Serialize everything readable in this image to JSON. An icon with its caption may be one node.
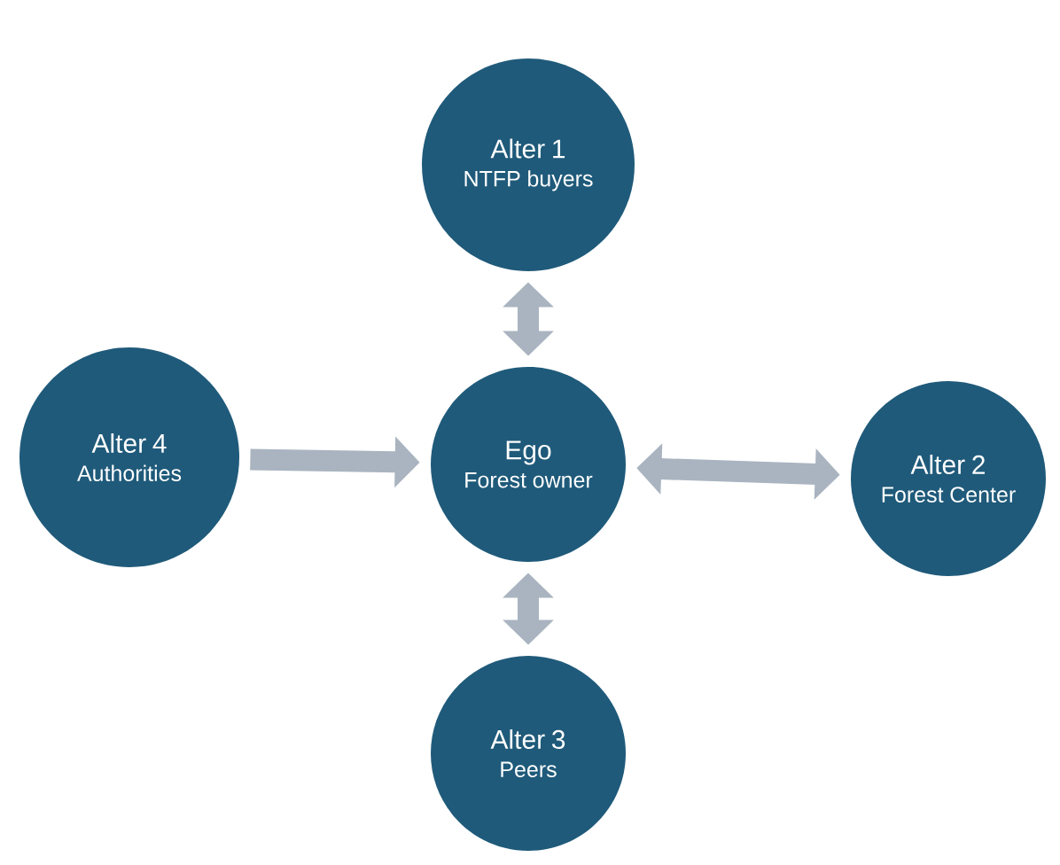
{
  "diagram": {
    "nodes": [
      {
        "text": [
          "Alter 1",
          "NTFP buyers"
        ]
      },
      {
        "text": [
          "Alter 4",
          "Authorities"
        ]
      },
      {
        "text": [
          "Ego",
          "Forest owner"
        ]
      },
      {
        "text": [
          "Alter 2",
          "Forest Center"
        ]
      },
      {
        "text": [
          "Alter 3",
          "Peers"
        ]
      }
    ],
    "edges": [
      {
        "from": 0,
        "to": 2,
        "arrow": "both"
      },
      {
        "from": 1,
        "to": 2,
        "arrow": "to"
      },
      {
        "from": 2,
        "to": 3,
        "arrow": "both"
      },
      {
        "from": 2,
        "to": 4,
        "arrow": "both"
      }
    ]
  }
}
